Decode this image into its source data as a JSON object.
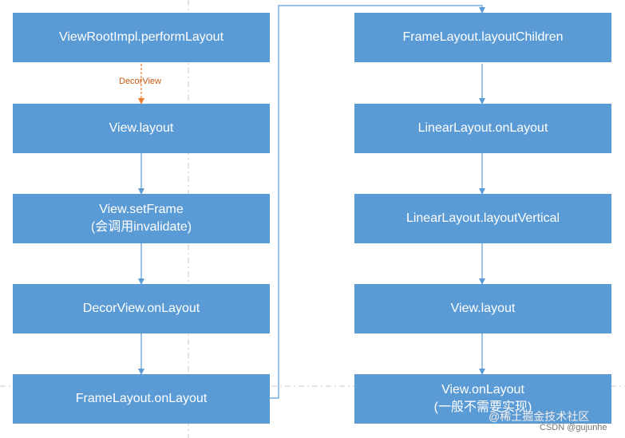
{
  "diagram": {
    "nodes": [
      {
        "id": "n1",
        "lines": [
          "ViewRootImpl.performLayout"
        ]
      },
      {
        "id": "n2",
        "lines": [
          "View.layout"
        ]
      },
      {
        "id": "n3",
        "lines": [
          "View.setFrame",
          "(会调用invalidate)"
        ]
      },
      {
        "id": "n4",
        "lines": [
          "DecorView.onLayout"
        ]
      },
      {
        "id": "n5",
        "lines": [
          "FrameLayout.onLayout"
        ]
      },
      {
        "id": "n6",
        "lines": [
          "FrameLayout.layoutChildren"
        ]
      },
      {
        "id": "n7",
        "lines": [
          "LinearLayout.onLayout"
        ]
      },
      {
        "id": "n8",
        "lines": [
          "LinearLayout.layoutVertical"
        ]
      },
      {
        "id": "n9",
        "lines": [
          "View.layout"
        ]
      },
      {
        "id": "n10",
        "lines": [
          "View.onLayout",
          "(一般不需要实现)"
        ]
      }
    ],
    "edge_label": "DecorView"
  },
  "watermark": {
    "line1": "@稀土掘金技术社区",
    "line2": "CSDN @gujunhe"
  },
  "colors": {
    "box_fill": "#5b9bd5",
    "arrow": "#5b9bd5",
    "dashed_arrow": "#ed7d31",
    "guide": "#c8c8c8"
  }
}
